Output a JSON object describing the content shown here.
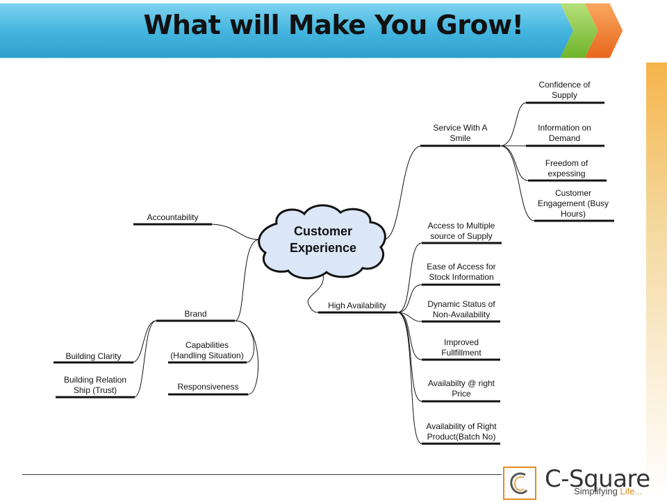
{
  "slide": {
    "title": "What will Make You Grow!"
  },
  "mindmap": {
    "center": "Customer\nExperience",
    "branches": {
      "service": {
        "label": "Service With A\nSmile",
        "children": [
          "Confidence of\nSupply",
          "Information on\nDemand",
          "Freedom of\nexpessing",
          "Customer\nEngagement (Busy\nHours)"
        ]
      },
      "availability": {
        "label": "High Availability",
        "children": [
          "Access to Multiple\nsource of Supply",
          "Ease of Access for\nStock Information",
          "Dynamic Status of\nNon-Availability",
          "Improved\nFullfillment",
          "Availabilty @ right\nPrice",
          "Availability of Right\nProduct(Batch No)"
        ]
      },
      "accountability": {
        "label": "Accountability"
      },
      "brand": {
        "label": "Brand",
        "children": [
          "Building Clarity",
          "Building Relation\nShip (Trust)",
          "Capabilities\n(Handling Situation)",
          "Responsiveness"
        ]
      }
    }
  },
  "logo": {
    "name": "C-Square",
    "tagline_prefix": "Simplifying ",
    "tagline_accent": "Life...",
    "icon": "c-square-logo-icon"
  },
  "colors": {
    "title_bar": "#45b6df",
    "chevron_green": "#8cc63f",
    "chevron_orange": "#f07a2a",
    "cloud_fill": "#dbe6f6",
    "line": "#111111",
    "accent_orange": "#e08a1e"
  }
}
